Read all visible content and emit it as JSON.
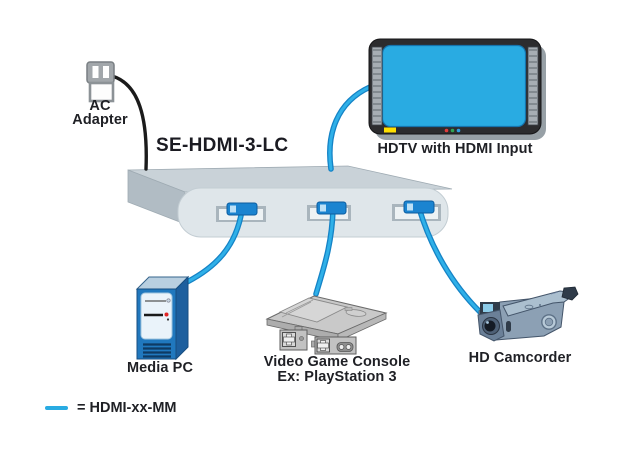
{
  "product": {
    "model": "SE-HDMI-3-LC"
  },
  "devices": {
    "ac_adapter": {
      "label_line1": "AC",
      "label_line2": "Adapter",
      "icon": "wall-plug-icon"
    },
    "hdtv": {
      "label": "HDTV with HDMI Input",
      "icon": "flatscreen-tv-icon",
      "screen_color": "#29ABE2"
    },
    "media_pc": {
      "label": "Media PC",
      "icon": "tower-pc-icon"
    },
    "game_console": {
      "label_line1": "Video Game Console",
      "label_line2": "Ex: PlayStation 3",
      "icon": "game-console-icon"
    },
    "camcorder": {
      "label": "HD Camcorder",
      "icon": "camcorder-icon"
    },
    "switch": {
      "ports": 3,
      "icon": "hdmi-switch-box-icon"
    }
  },
  "legend": {
    "text": "= HDMI-xx-MM",
    "cable_color": "#29ABE2"
  },
  "colors": {
    "hdmi_cable": "#29ABE2",
    "power_cable": "#1A1A1A",
    "hdmi_connector": "#1B84D0",
    "text": "#1F2025"
  }
}
